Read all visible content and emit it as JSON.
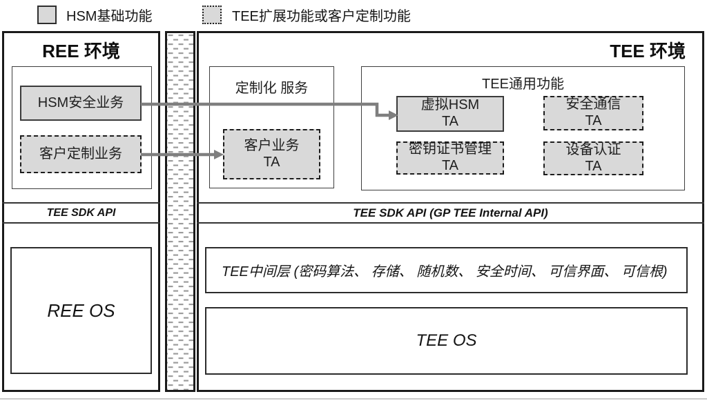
{
  "legend": {
    "hsm_label": "HSM基础功能",
    "tee_label": "TEE扩展功能或客户定制功能"
  },
  "ree": {
    "title": "REE 环境",
    "hsm_service_label": "HSM安全业务",
    "custom_service_label": "客户定制业务",
    "sdk_band_label": "TEE SDK API",
    "os_label": "REE OS"
  },
  "tee": {
    "title": "TEE 环境",
    "custom_group_title": "定制化 服务",
    "customer_ta": {
      "line1": "客户业务",
      "line2": "TA"
    },
    "common_group_title": "TEE通用功能",
    "virtual_hsm_ta": {
      "line1": "虚拟HSM",
      "line2": "TA"
    },
    "secure_comm_ta": {
      "line1": "安全通信",
      "line2": "TA"
    },
    "key_cert_ta": {
      "line1": "密钥证书管理",
      "line2": "TA"
    },
    "device_auth_ta": {
      "line1": "设备认证",
      "line2": "TA"
    },
    "sdk_band_label": "TEE SDK API (GP TEE Internal API)",
    "middleware_label": "TEE中间层 (密码算法、 存储、 随机数、 安全时间、 可信界面、 可信根)",
    "os_label": "TEE OS"
  },
  "connections": [
    {
      "from": "HSM安全业务",
      "to": "虚拟HSM TA"
    },
    {
      "from": "客户定制业务",
      "to": "客户业务 TA"
    }
  ],
  "colors": {
    "box_fill_gray": "#d9d9d9",
    "arrow_gray": "#7f7f7f",
    "border_black": "#1a1a1a"
  }
}
